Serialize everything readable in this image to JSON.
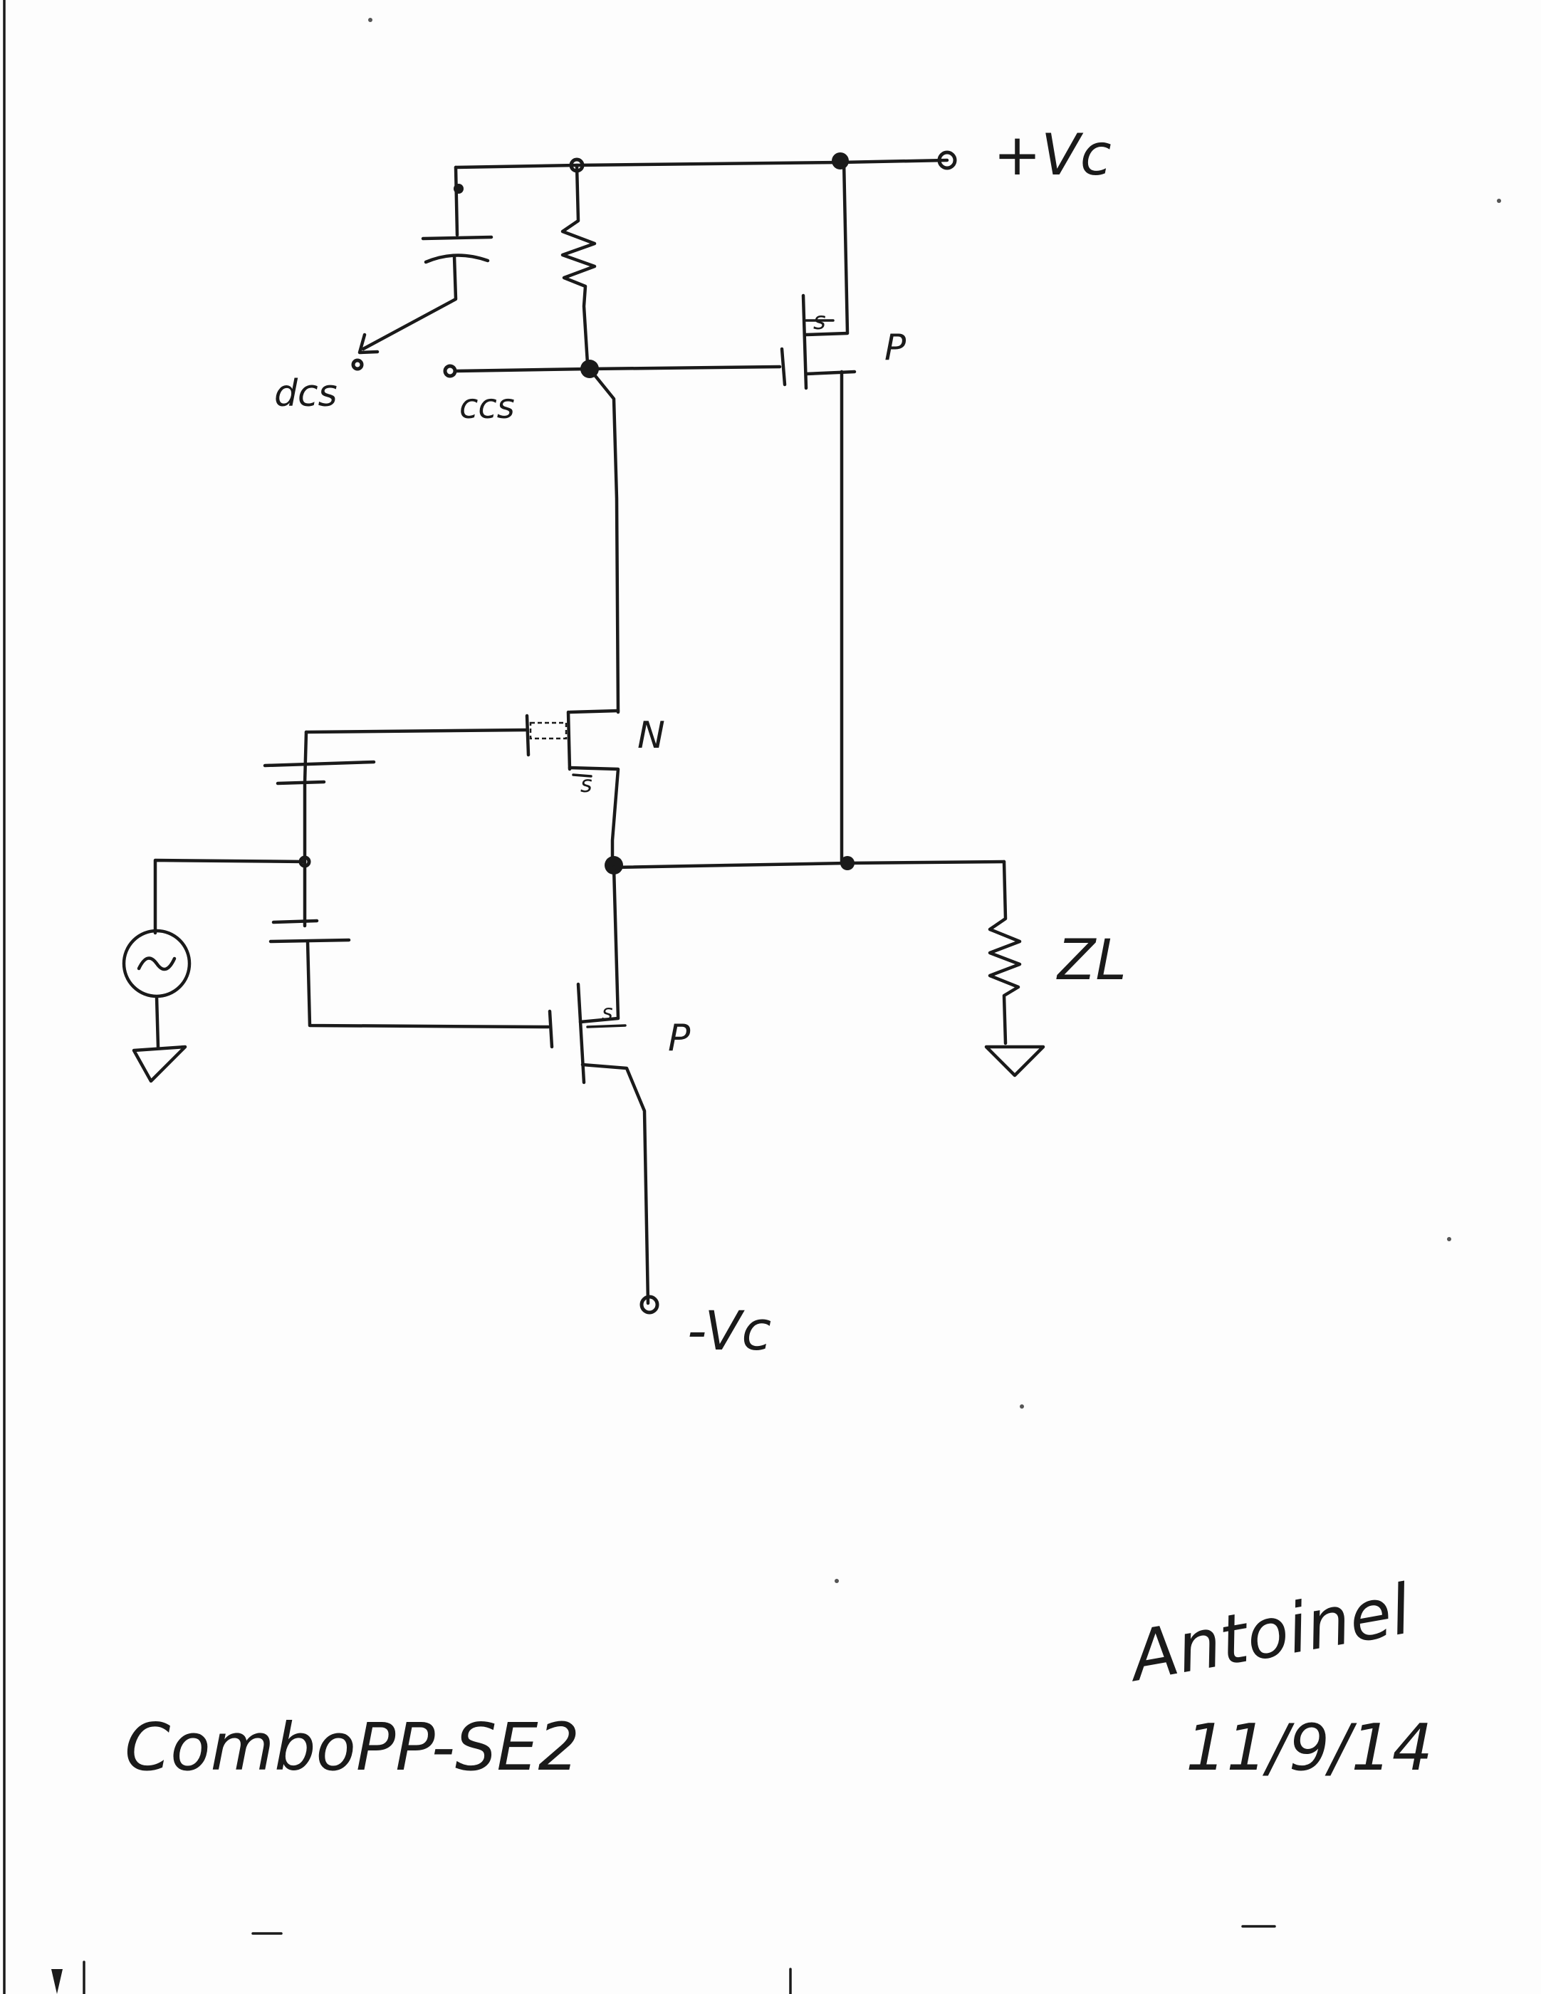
{
  "labels": {
    "vpos": "+Vc",
    "vneg": "-Vc",
    "dcs": "dcs",
    "ccs": "ccs",
    "p_top": "P",
    "n_mid": "N",
    "p_bottom": "P",
    "s_top": "s",
    "s_n": "s",
    "s_bottom": "s",
    "load": "ZL",
    "ac_source": "~",
    "title": "ComboPP-SE2",
    "signature": "Antoinel",
    "date": "11/9/14"
  }
}
